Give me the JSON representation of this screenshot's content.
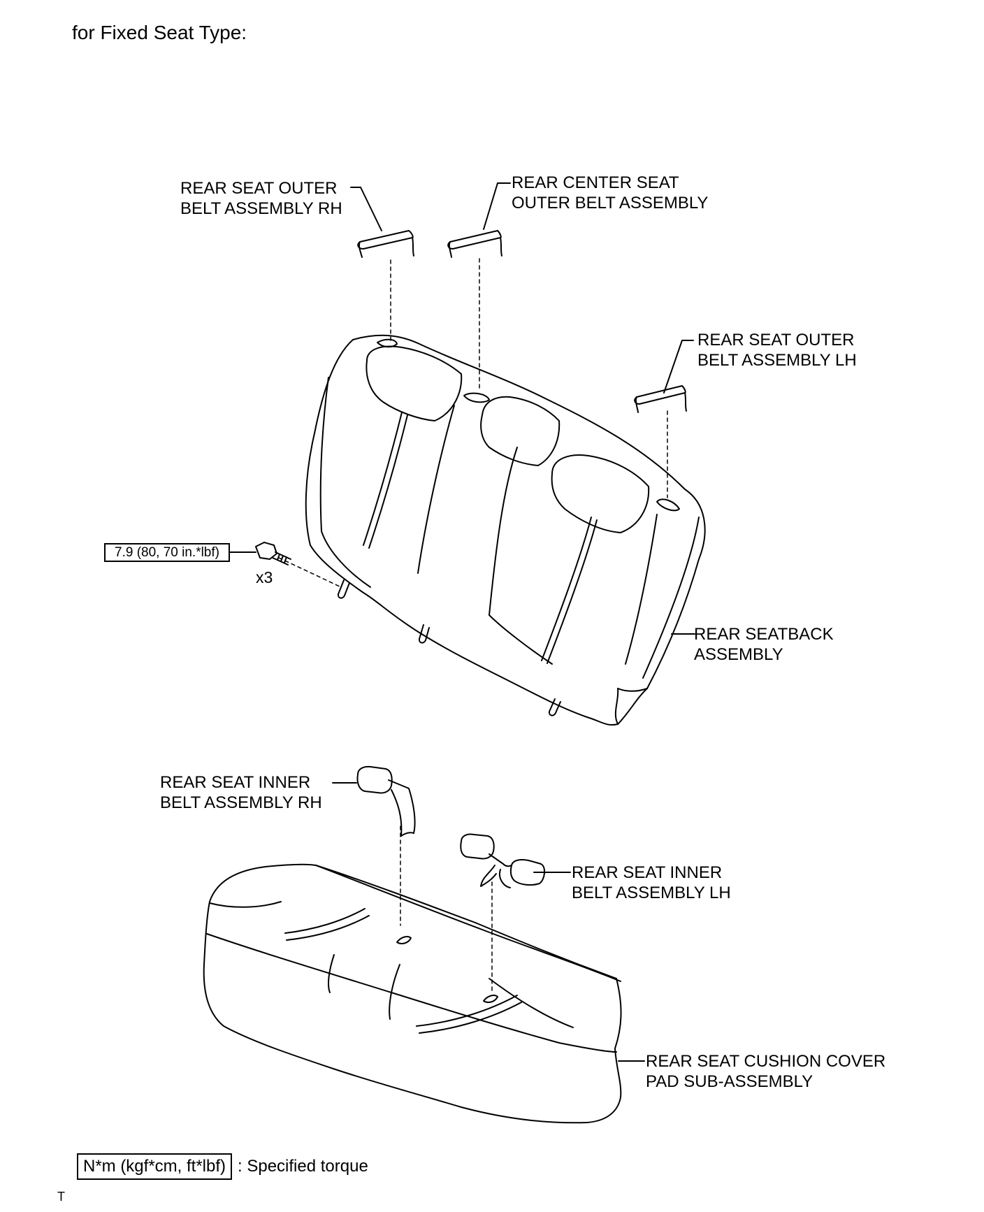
{
  "title": "for Fixed Seat Type:",
  "labels": {
    "outer_rh": [
      "REAR SEAT OUTER",
      "BELT ASSEMBLY RH"
    ],
    "center": [
      "REAR CENTER SEAT",
      "OUTER BELT ASSEMBLY"
    ],
    "outer_lh": [
      "REAR SEAT OUTER",
      "BELT ASSEMBLY LH"
    ],
    "seatback": [
      "REAR SEATBACK",
      "ASSEMBLY"
    ],
    "inner_rh": [
      "REAR SEAT INNER",
      "BELT ASSEMBLY RH"
    ],
    "inner_lh": [
      "REAR SEAT INNER",
      "BELT ASSEMBLY LH"
    ],
    "cushion": [
      "REAR SEAT CUSHION COVER",
      "PAD SUB-ASSEMBLY"
    ]
  },
  "torque": {
    "value": "7.9 (80, 70 in.*lbf)",
    "quantity": "x3"
  },
  "legend": {
    "box": "N*m (kgf*cm, ft*lbf)",
    "text": ": Specified torque"
  },
  "footer": "T"
}
